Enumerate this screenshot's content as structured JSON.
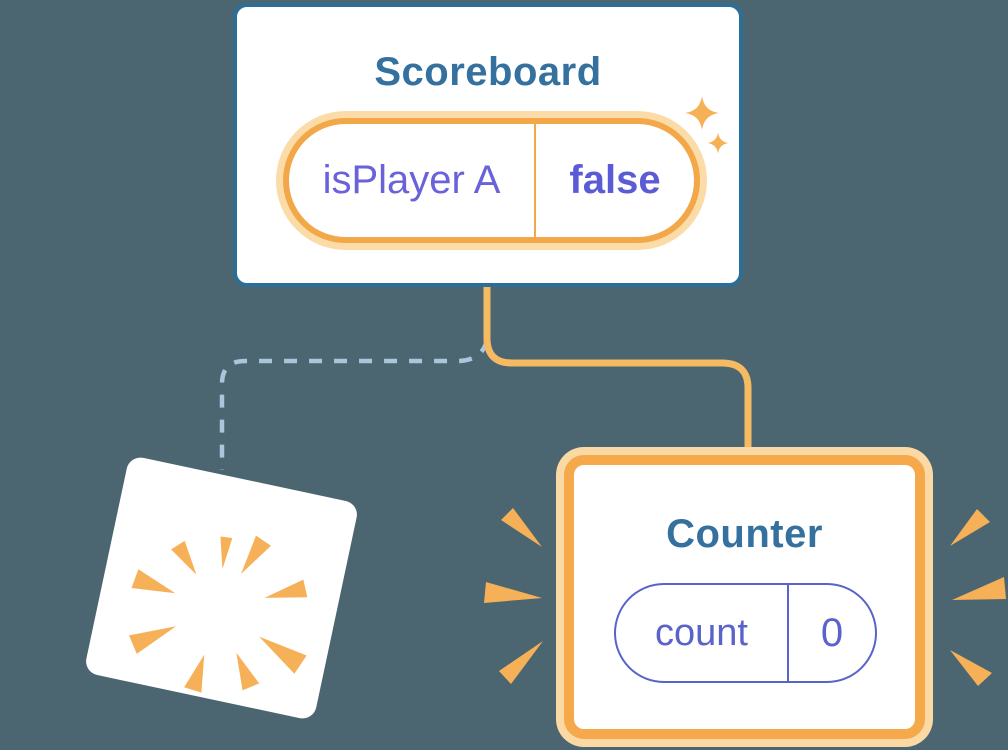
{
  "diagram": {
    "description": "Component tree state diagram",
    "scoreboard": {
      "title": "Scoreboard",
      "state_pill": {
        "label": "isPlayer A",
        "value": "false"
      }
    },
    "counter": {
      "title": "Counter",
      "state_pill": {
        "label": "count",
        "value": "0"
      }
    }
  },
  "icons": {
    "sparkles": "two four-point stars",
    "poof_burst": "ring of orange wedges (component destroyed)",
    "emphasis_rays": "orange speed-lines flanking new component"
  },
  "colors": {
    "background": "#4B6671",
    "card_fill": "#FFFFFF",
    "scoreboard_border_blue": "#2D6E97",
    "title_blue": "#35719F",
    "state_orange": "#F2A849",
    "state_orange_halo": "#FBDCA8",
    "counter_border_orange": "#F5A94B",
    "counter_halo_orange": "#FBD9A4",
    "connector_orange": "#F6BA62",
    "connector_dashed_blue": "#A9C6DA",
    "state_label_purple": "#6A62DA",
    "state_value_purple": "#5C5BD6",
    "counter_pill_purple": "#5A63C9",
    "accent_orange": "#F6B158"
  }
}
